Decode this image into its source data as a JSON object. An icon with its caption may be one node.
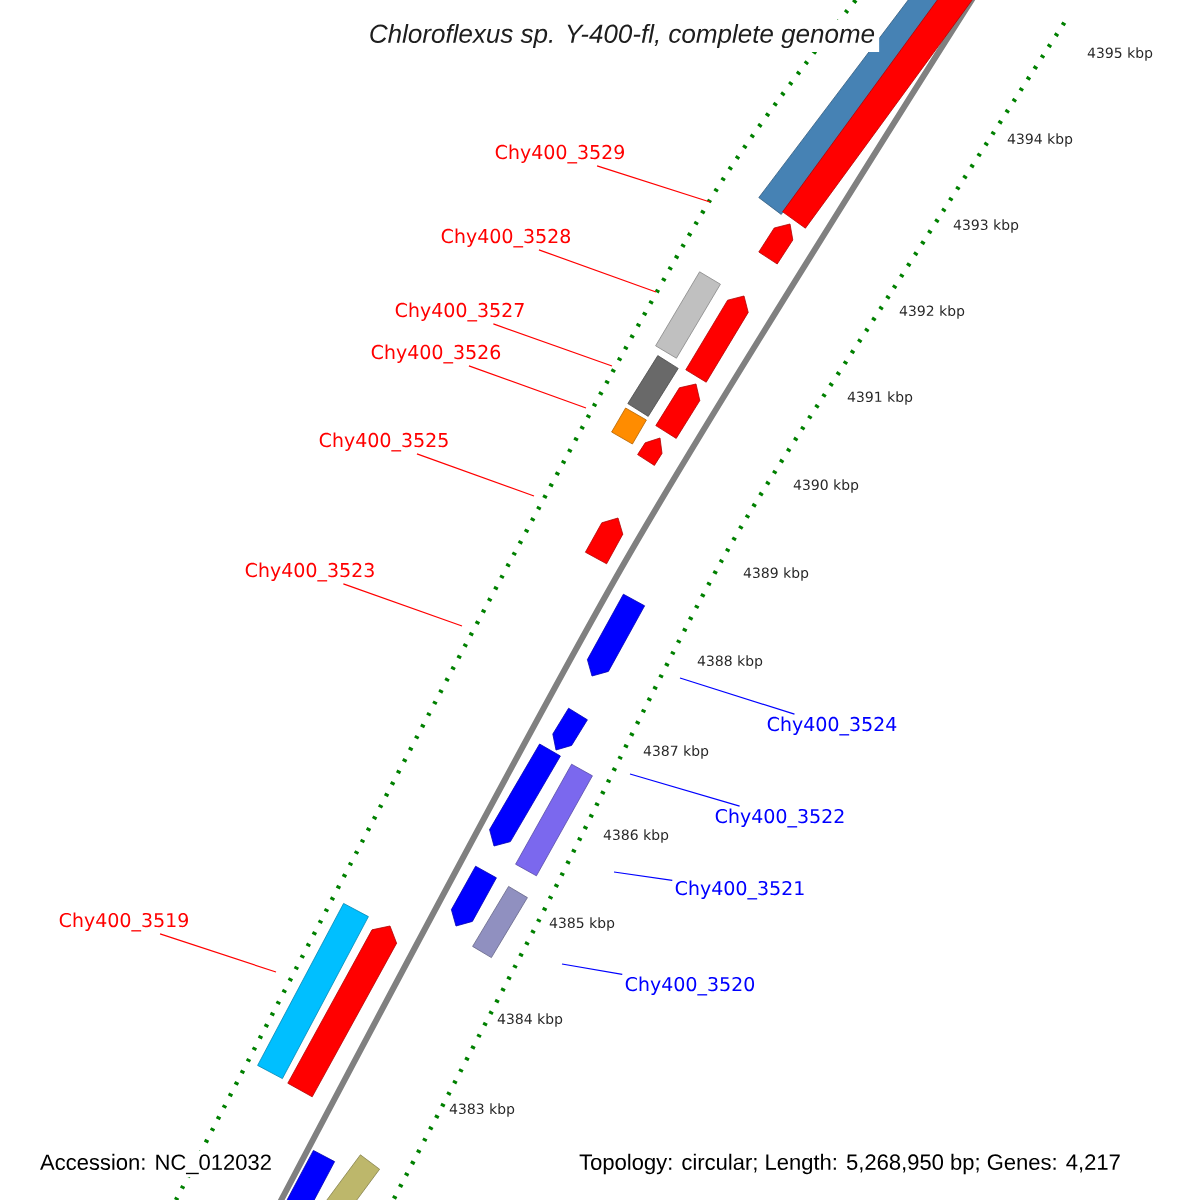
{
  "diagram": {
    "title": "Chloroflexus sp. Y-400-fl, complete genome",
    "nodes": [
      {
        "text": [
          "Chy400_3529"
        ]
      },
      {
        "text": [
          "Chy400_3528"
        ]
      },
      {
        "text": [
          "Chy400_3527"
        ]
      },
      {
        "text": [
          "Chy400_3526"
        ]
      },
      {
        "text": [
          "Chy400_3525"
        ]
      },
      {
        "text": [
          "Chy400_3523"
        ]
      },
      {
        "text": [
          "Chy400_3524"
        ]
      },
      {
        "text": [
          "Chy400_3522"
        ]
      },
      {
        "text": [
          "Chy400_3521"
        ]
      },
      {
        "text": [
          "Chy400_3519"
        ]
      },
      {
        "text": [
          "Chy400_3520"
        ]
      }
    ],
    "edges": [
      {
        "from": 0,
        "to": null,
        "arrow": "none"
      },
      {
        "from": 1,
        "to": null,
        "arrow": "none"
      },
      {
        "from": 2,
        "to": null,
        "arrow": "none"
      },
      {
        "from": 3,
        "to": null,
        "arrow": "none"
      },
      {
        "from": 4,
        "to": null,
        "arrow": "none"
      },
      {
        "from": 5,
        "to": null,
        "arrow": "none"
      },
      {
        "from": 6,
        "to": null,
        "arrow": "none",
        "color": "#0000ff"
      },
      {
        "from": 7,
        "to": null,
        "arrow": "none",
        "color": "#0000ff"
      },
      {
        "from": 8,
        "to": null,
        "arrow": "none",
        "color": "#0000ff"
      },
      {
        "from": 9,
        "to": null,
        "arrow": "none"
      },
      {
        "from": 10,
        "to": null,
        "arrow": "none",
        "color": "#0000ff"
      }
    ],
    "labels": [
      "4395 kbp",
      "4394 kbp",
      "4393 kbp",
      "4392 kbp",
      "4391 kbp",
      "4390 kbp",
      "4389 kbp",
      "4388 kbp",
      "4387 kbp",
      "4386 kbp",
      "4385 kbp",
      "4384 kbp",
      "4383 kbp",
      "Accession: NC_012032",
      "Topology: circular; Length: 5,268,950 bp; Genes: 4,217"
    ]
  }
}
